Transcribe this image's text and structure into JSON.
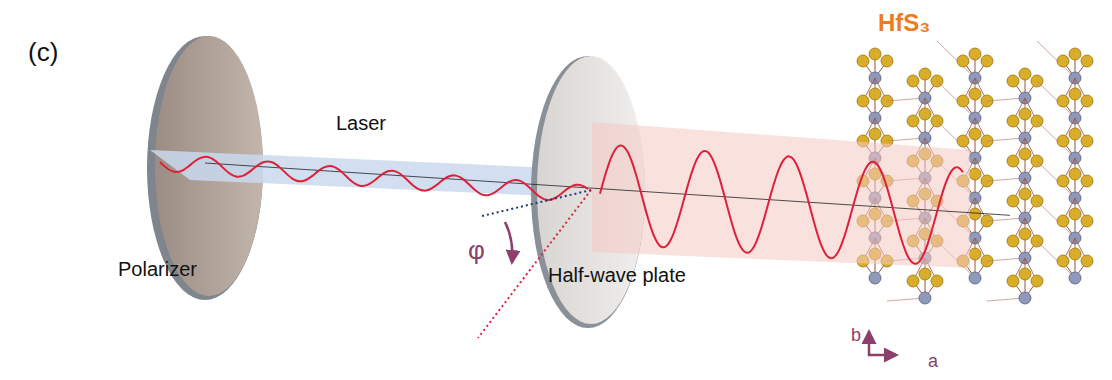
{
  "diagram": {
    "labels": [
      "(c)",
      "HfS₃",
      "Laser",
      "Polarizer",
      "φ",
      "Half-wave plate",
      "b",
      "a"
    ]
  }
}
